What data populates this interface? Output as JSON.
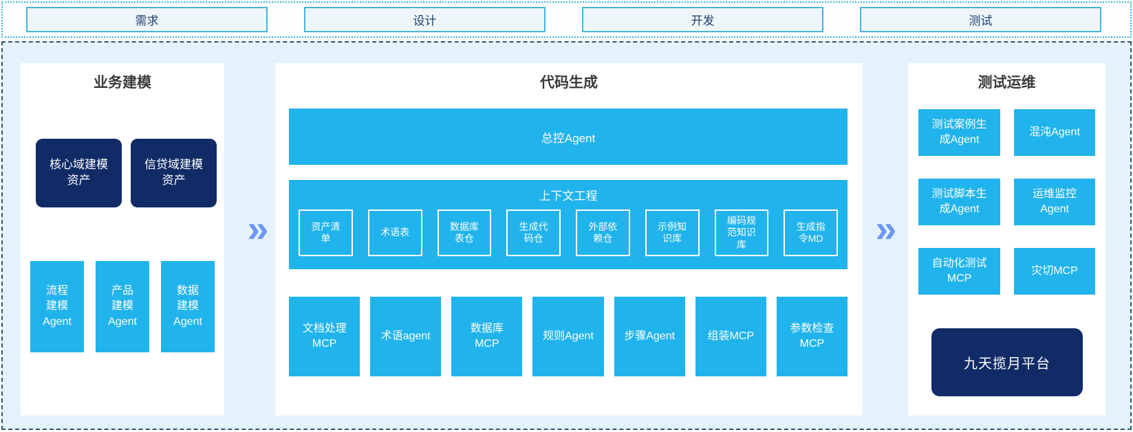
{
  "phases": [
    "需求",
    "设计",
    "开发",
    "测试"
  ],
  "arrow_glyph": "»",
  "colors": {
    "cyan": "#20b3ec",
    "navy": "#112b66",
    "arrow_blue": "#6e97f3",
    "canvas_bg": "#e4f2fb",
    "strip_border": "#2fb0d6",
    "canvas_border": "#2e5470"
  },
  "business": {
    "title": "业务建模",
    "assets": [
      "核心域建模资产",
      "信贷域建模资产"
    ],
    "agents": [
      "流程建模Agent",
      "产品建模Agent",
      "数据建模Agent"
    ]
  },
  "codegen": {
    "title": "代码生成",
    "master": "总控Agent",
    "context_title": "上下文工程",
    "context_items": [
      "资产清单",
      "术语表",
      "数据库表仓",
      "生成代码仓",
      "外部依赖仓",
      "示例知识库",
      "编码规范知识库",
      "生成指令MD"
    ],
    "tools": [
      "文档处理MCP",
      "术语agent",
      "数据库MCP",
      "规则Agent",
      "步骤Agent",
      "组装MCP",
      "参数检查MCP"
    ]
  },
  "testops": {
    "title": "测试运维",
    "boxes": [
      "测试案例生成Agent",
      "混沌Agent",
      "测试脚本生成Agent",
      "运维监控Agent",
      "自动化测试MCP",
      "灾切MCP"
    ],
    "platform": "九天揽月平台"
  }
}
